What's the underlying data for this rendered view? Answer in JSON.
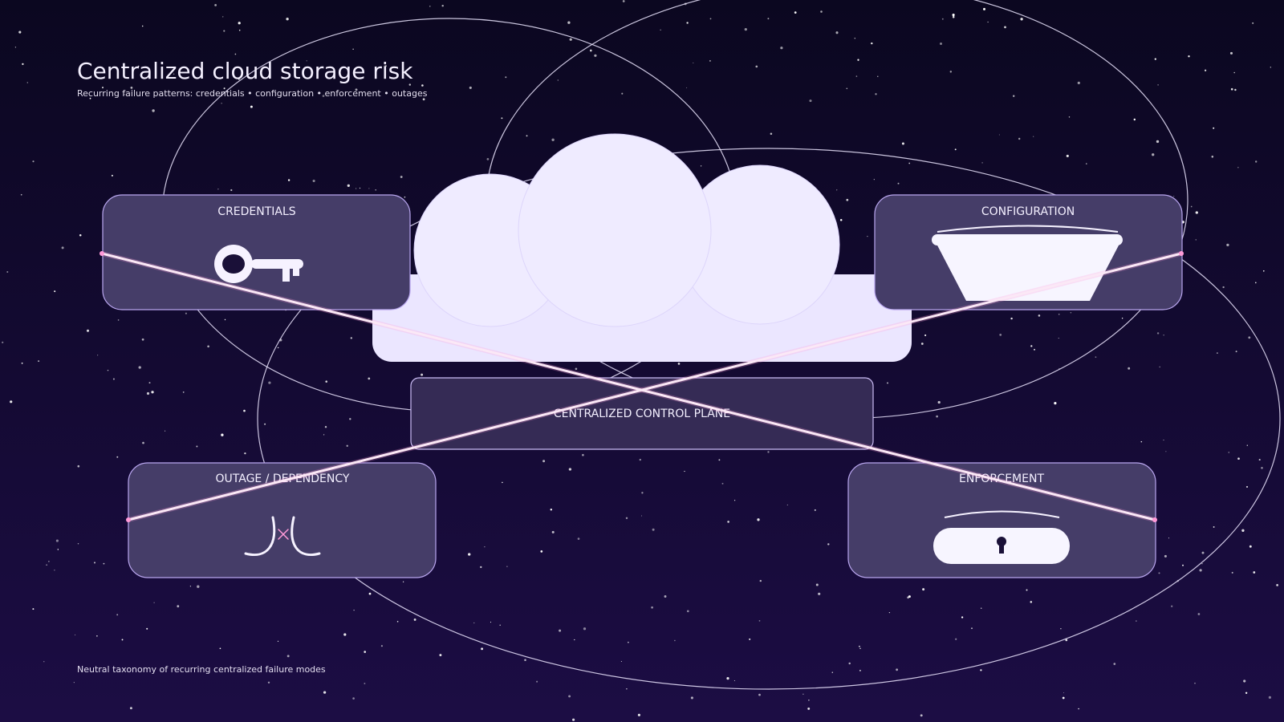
{
  "header": {
    "title": "Centralized cloud storage risk",
    "subtitle": "Recurring failure patterns: credentials • configuration • enforcement • outages"
  },
  "hub": {
    "label": "CENTRALIZED CONTROL PLANE"
  },
  "nodes": {
    "credentials": {
      "label": "CREDENTIALS",
      "icon": "key-icon"
    },
    "configuration": {
      "label": "CONFIGURATION",
      "icon": "open-bucket-icon"
    },
    "outage": {
      "label": "OUTAGE / DEPENDENCY",
      "icon": "broken-link-icon"
    },
    "enforcement": {
      "label": "ENFORCEMENT",
      "icon": "keyhole-lock-icon"
    }
  },
  "footer": {
    "caption": "Neutral taxonomy of recurring centralized failure modes"
  },
  "colors": {
    "background_top": "#0b0720",
    "background_bottom": "#1c0d44",
    "card_fill": "#453d68",
    "card_stroke": "#b9a6ef",
    "hub_fill": "#352b55",
    "cloud_fill": "#efebff",
    "link": "#fbe8f6",
    "link_glow": "#ff9ad8"
  }
}
